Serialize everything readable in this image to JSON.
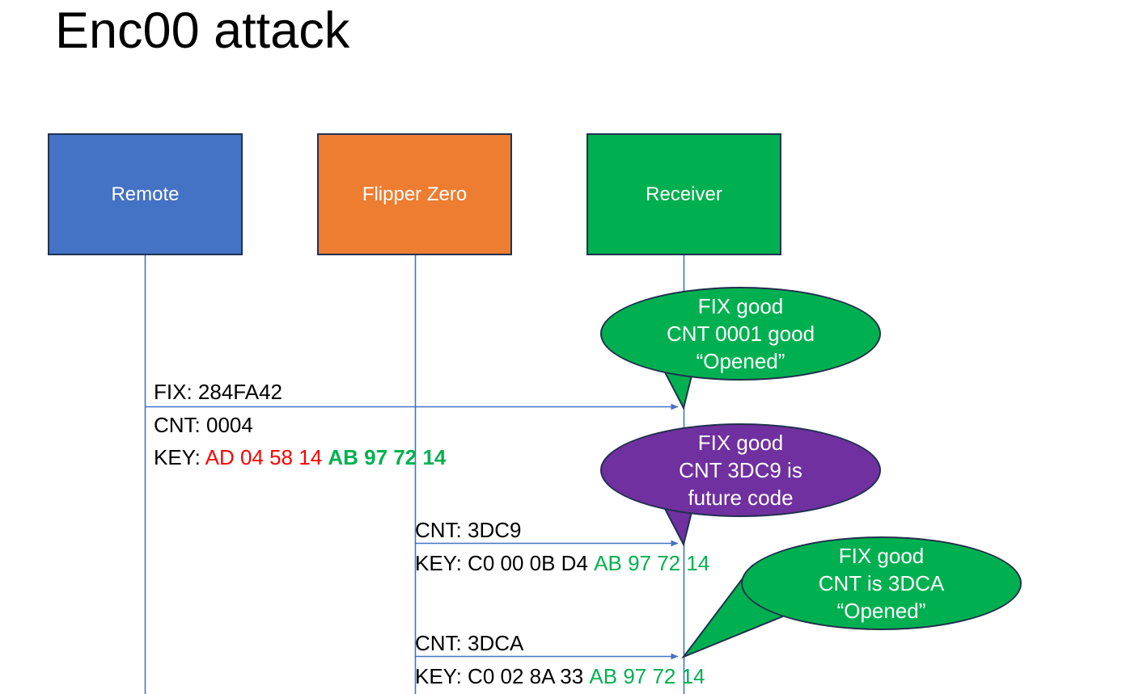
{
  "slide": {
    "title": "Enc00 attack",
    "background": "#FFFFFF"
  },
  "colors": {
    "remote": "#4472C4",
    "flipper": "#ED7D31",
    "receiver": "#00B050",
    "bubble_good": "#00B050",
    "bubble_future": "#7030A0",
    "outline": "#1F3350",
    "lifeline": "#4472C4",
    "hex_red": "#FF0000",
    "hex_green": "#00B050",
    "text_black": "#000000"
  },
  "actors": [
    {
      "id": "remote",
      "label": "Remote"
    },
    {
      "id": "flipper",
      "label": "Flipper Zero"
    },
    {
      "id": "receiver",
      "label": "Receiver"
    }
  ],
  "messages": [
    {
      "id": "msg1",
      "from": "remote",
      "to": "receiver",
      "line1": "FIX: 284FA42",
      "line2_label": "CNT: ",
      "line2_value": "0004",
      "line3_label": "KEY: ",
      "line3_part1": "AD 04 58 14",
      "line3_part1_color": "red",
      "line3_part2": "AB 97 72 14",
      "line3_part2_color": "green"
    },
    {
      "id": "msg2",
      "from": "flipper",
      "to": "receiver",
      "line1": "CNT: 3DC9",
      "line2_label": "KEY: ",
      "line2_part1": "C0 00 0B D4",
      "line2_part1_color": "black",
      "line2_part2": "AB 97 72 14",
      "line2_part2_color": "green"
    },
    {
      "id": "msg3",
      "from": "flipper",
      "to": "receiver",
      "line1": "CNT: 3DCA",
      "line2_label": "KEY: ",
      "line2_part1": "C0 02 8A 33",
      "line2_part1_color": "black",
      "line2_part2": "AB 97 72 14",
      "line2_part2_color": "green"
    }
  ],
  "callouts": [
    {
      "id": "callout-1",
      "color": "#00B050",
      "lines": [
        "FIX good",
        "CNT 0001 good",
        "“Opened”"
      ]
    },
    {
      "id": "callout-2",
      "color": "#7030A0",
      "lines": [
        "FIX good",
        "CNT 3DC9 is",
        "future code"
      ]
    },
    {
      "id": "callout-3",
      "color": "#00B050",
      "lines": [
        "FIX good",
        "CNT is 3DCA",
        "“Opened”"
      ]
    }
  ]
}
